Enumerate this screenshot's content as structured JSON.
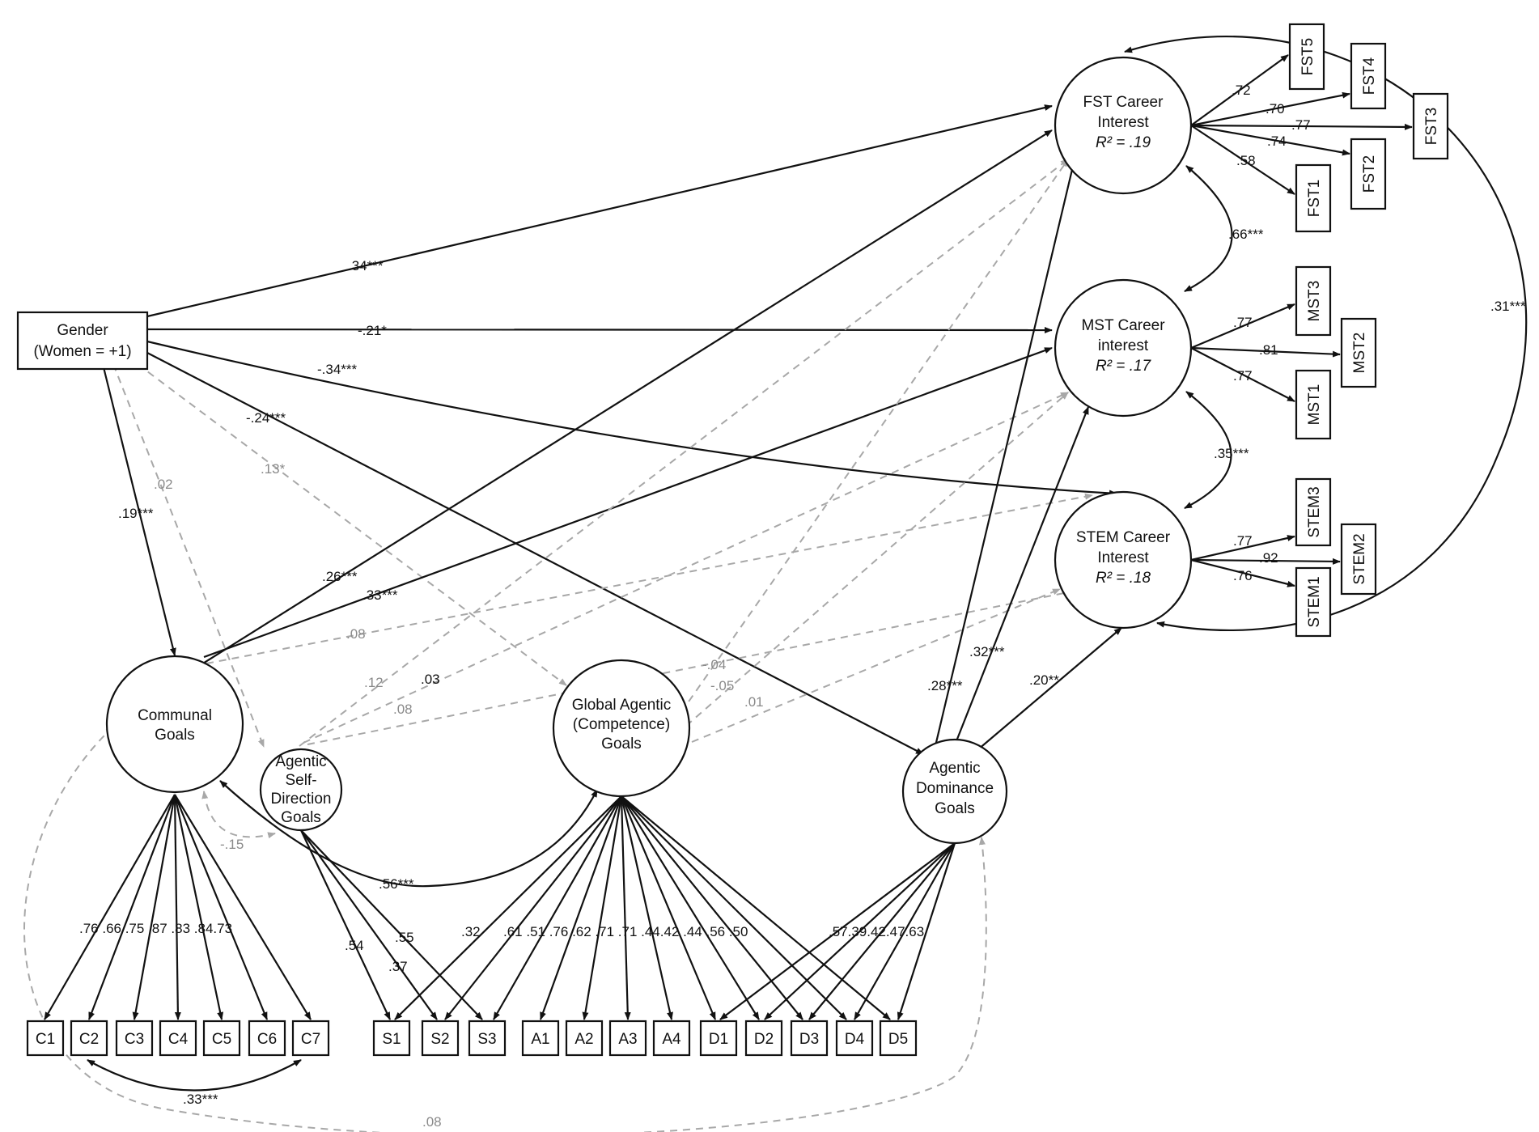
{
  "nodes": {
    "gender": [
      "Gender",
      "(Women = +1)"
    ],
    "communal": [
      "Communal",
      "Goals"
    ],
    "self_direction": [
      "Agentic",
      "Self-",
      "Direction",
      "Goals"
    ],
    "global_agentic": [
      "Global Agentic",
      "(Competence)",
      "Goals"
    ],
    "dominance": [
      "Agentic",
      "Dominance",
      "Goals"
    ],
    "fst": [
      "FST Career",
      "Interest",
      "R² = .19"
    ],
    "mst": [
      "MST Career",
      "interest",
      "R² = .17"
    ],
    "stem": [
      "STEM Career",
      "Interest",
      "R² = .18"
    ]
  },
  "indicators": {
    "C1": "C1",
    "C2": "C2",
    "C3": "C3",
    "C4": "C4",
    "C5": "C5",
    "C6": "C6",
    "C7": "C7",
    "S1": "S1",
    "S2": "S2",
    "S3": "S3",
    "A1": "A1",
    "A2": "A2",
    "A3": "A3",
    "A4": "A4",
    "D1": "D1",
    "D2": "D2",
    "D3": "D3",
    "D4": "D4",
    "D5": "D5",
    "FST1": "FST1",
    "FST2": "FST2",
    "FST3": "FST3",
    "FST4": "FST4",
    "FST5": "FST5",
    "MST1": "MST1",
    "MST2": "MST2",
    "MST3": "MST3",
    "STEM1": "STEM1",
    "STEM2": "STEM2",
    "STEM3": "STEM3"
  },
  "path_labels": {
    "gender_fst": ".34***",
    "gender_mst": "-.21*",
    "gender_stem": "-.34***",
    "gender_dom": "-.24***",
    "gender_glob": ".13*",
    "gender_sd": ".02",
    "gender_comm": ".19***",
    "comm_fst": ".26***",
    "comm_mst": ".33***",
    "comm_stem": ".08",
    "sd_fst": ".12",
    "sd_mst": ".03",
    "sd_stem": ".08",
    "glob_fst": "-.04",
    "glob_mst": "-.05",
    "glob_stem": ".01",
    "dom_fst": ".28***",
    "dom_mst": ".32***",
    "dom_stem": ".20**",
    "fst_mst": ".66***",
    "mst_stem": ".35***",
    "fst_stem": ".31***",
    "comm_sd": "-.15",
    "comm_glob": ".56***",
    "c2_c7": ".33***",
    "comm_dom": ".08"
  },
  "loadings": {
    "communal": ".76 .66 .75 .87 .83 .84.73",
    "sd_s1": ".54",
    "sd_s2": ".37",
    "sd_s3": ".55",
    "global": ".32",
    "global_rest": ".61 .51 .76 .62 .71 .71 .44.42 .44 .56 .50",
    "dominance": ".57.39.42.47.63",
    "fst5": ".72",
    "fst4": ".70",
    "fst3": ".77",
    "fst2": ".74",
    "fst1": ".58",
    "mst3": ".77",
    "mst2": ".81",
    "mst1": ".77",
    "stem3": ".77",
    "stem2": ".92",
    "stem1": ".76"
  },
  "colors": {
    "solid": "#111111",
    "dashed": "#a8a8a8"
  }
}
